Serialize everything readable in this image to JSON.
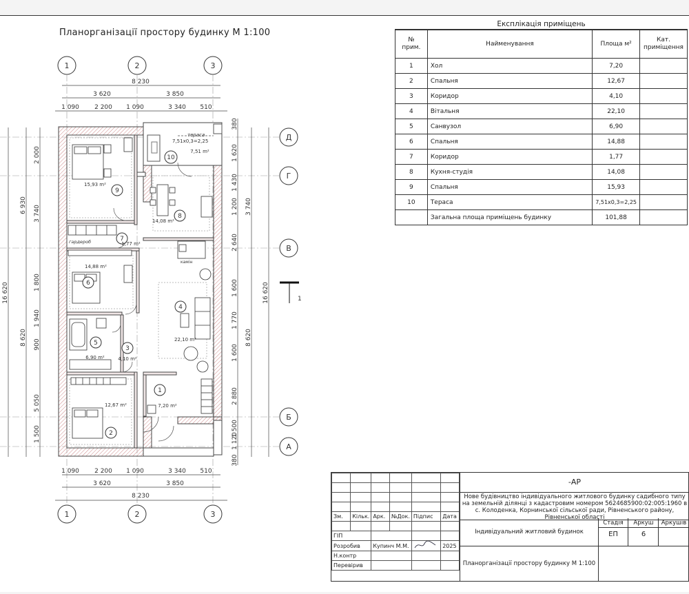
{
  "plan": {
    "title": "Планорганізації простору будинку М 1:100",
    "axes_cols": [
      "1",
      "2",
      "3"
    ],
    "axes_rows": [
      "Д",
      "Г",
      "В",
      "Б",
      "А"
    ],
    "dims_top_total": "8 230",
    "dims_top_mid": [
      "3 620",
      "3 850"
    ],
    "dims_top_detail": [
      "1 090",
      "2 200",
      "1 090",
      "3 340",
      "510"
    ],
    "dims_bottom_detail": [
      "1 090",
      "2 200",
      "1 090",
      "3 340",
      "510"
    ],
    "dims_bottom_mid": [
      "3 620",
      "3 850"
    ],
    "dims_bottom_total": "8 230",
    "dims_left_outer": [
      "16 620"
    ],
    "dims_left_mid": [
      "6 930",
      "8 620"
    ],
    "dims_left_inner": [
      "2 000",
      "3 740",
      "1 800",
      "1 940",
      "900",
      "5 050",
      "1 500"
    ],
    "dims_right_outer": [
      "16 620"
    ],
    "dims_right_mid": [
      "3 740",
      "8 620"
    ],
    "dims_right_inner": [
      "380",
      "1 620",
      "1 430",
      "1 200",
      "2 640",
      "1 600",
      "1 770",
      "1 600",
      "2 880",
      "1 500",
      "1 120",
      "380"
    ],
    "room_labels": [
      {
        "no": "1",
        "area": "7,20 m²"
      },
      {
        "no": "2",
        "area": "12,67 m²"
      },
      {
        "no": "3",
        "area": "4,10 m²"
      },
      {
        "no": "4",
        "area": "22,10 m²"
      },
      {
        "no": "5",
        "area": "6,90 m²"
      },
      {
        "no": "6",
        "area": "14,88 m²"
      },
      {
        "no": "7",
        "area": "1,77 m²"
      },
      {
        "no": "8",
        "area": "14,08 m²"
      },
      {
        "no": "9",
        "area": "15,93 m²"
      },
      {
        "no": "10",
        "area": "7,51 m²"
      }
    ],
    "terrace_note": "тераса",
    "terrace_formula": "7,51х0,3=2,25",
    "wardrobe": "гардероб",
    "fireplace": "камін",
    "section_mark": "1"
  },
  "explication": {
    "caption": "Експлікація приміщень",
    "headers": {
      "no": "№ прим.",
      "name": "Найменування",
      "area": "Площа м²",
      "category": "Кат. приміщення"
    },
    "rows": [
      {
        "no": "1",
        "name": "Хол",
        "area": "7,20",
        "category": ""
      },
      {
        "no": "2",
        "name": "Спальня",
        "area": "12,67",
        "category": ""
      },
      {
        "no": "3",
        "name": "Коридор",
        "area": "4,10",
        "category": ""
      },
      {
        "no": "4",
        "name": "Вітальня",
        "area": "22,10",
        "category": ""
      },
      {
        "no": "5",
        "name": "Санвузол",
        "area": "6,90",
        "category": ""
      },
      {
        "no": "6",
        "name": "Спальня",
        "area": "14,88",
        "category": ""
      },
      {
        "no": "7",
        "name": "Коридор",
        "area": "1,77",
        "category": ""
      },
      {
        "no": "8",
        "name": "Кухня-студія",
        "area": "14,08",
        "category": ""
      },
      {
        "no": "9",
        "name": "Спальня",
        "area": "15,93",
        "category": ""
      },
      {
        "no": "10",
        "name": "Тераса",
        "area": "7,51х0,3=2,25",
        "category": ""
      }
    ],
    "total_label": "Загальна площа приміщень будинку",
    "total_area": "101,88"
  },
  "stamp": {
    "code": "-АР",
    "project": "Нове будівництво індивідуального житлового будинку садибного типу на земельній ділянці з кадастровим номером 5624685900:02:005:1960 в с. Колоденка, Корнинської сільської ради, Рівненського району, Рівненської області",
    "col_headers": [
      "Зм.",
      "Кільк.",
      "Арк.",
      "№Док.",
      "Підпис",
      "Дата"
    ],
    "rows": [
      {
        "role": "ГІП",
        "name": "",
        "date": ""
      },
      {
        "role": "Розробив",
        "name": "Купинч М.М.",
        "date": "2025"
      },
      {
        "role": "Н.контр",
        "name": "",
        "date": ""
      },
      {
        "role": "Перевірив",
        "name": "",
        "date": ""
      }
    ],
    "object": "Індивідуальний житловий будинок",
    "sheet_title": "Планорганізації простору будинку М 1:100",
    "stage_label": "Стадія",
    "sheet_label": "Аркуш",
    "sheets_label": "Аркушів",
    "stage": "ЕП",
    "sheet_no": "6",
    "sheets_total": ""
  }
}
